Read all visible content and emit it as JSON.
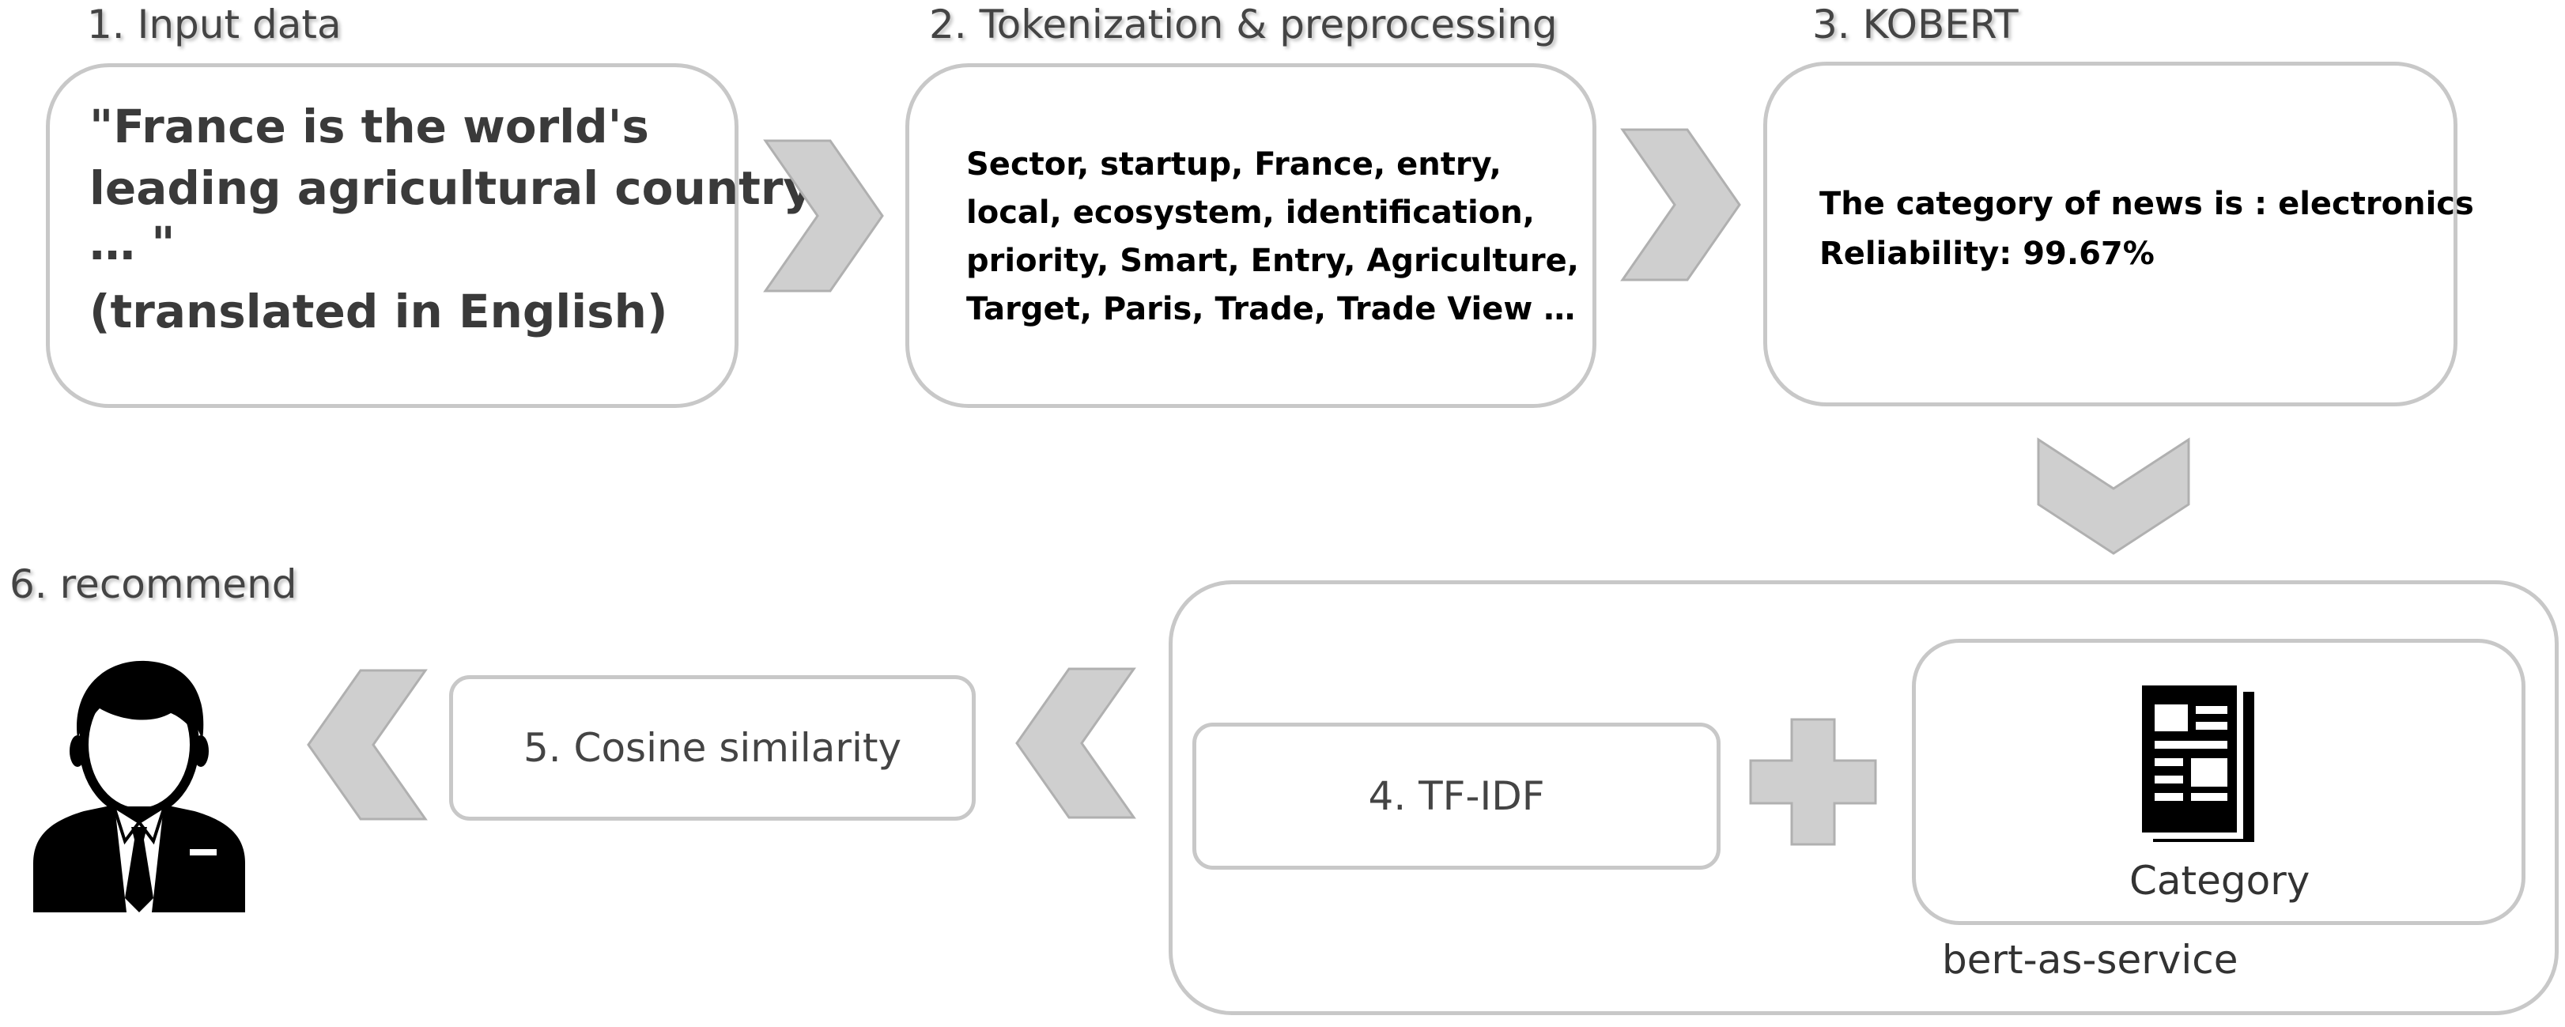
{
  "colors": {
    "arrow_fill": "#cfcfcf",
    "arrow_stroke": "#b0b0b0",
    "box_border": "#c8c8c8",
    "title_text": "#444444",
    "icon_fill": "#000000"
  },
  "stages": {
    "input": {
      "title": "1. Input data",
      "lines": [
        "\"France is the world's",
        "leading agricultural country.",
        "… \"",
        "(translated in English)"
      ]
    },
    "tokenization": {
      "title": "2. Tokenization & preprocessing",
      "lines": [
        "Sector, startup, France, entry,",
        "local, ecosystem, identification,",
        "priority, Smart, Entry, Agriculture,",
        "Target, Paris, Trade, Trade View …"
      ]
    },
    "kobert": {
      "title": "3. KOBERT",
      "lines": [
        "The category of news is : electronics",
        "Reliability: 99.67%"
      ]
    },
    "tfidf": {
      "label": "4. TF-IDF"
    },
    "category": {
      "label": "Category",
      "icon": "newspaper-icon"
    },
    "service": {
      "label": "bert-as-service"
    },
    "cosine": {
      "label": "5. Cosine similarity"
    },
    "recommend": {
      "title": "6. recommend",
      "icon": "user-icon"
    }
  },
  "connectors": [
    {
      "name": "arrow-right-1",
      "icon": "chevron-right-icon"
    },
    {
      "name": "arrow-right-2",
      "icon": "chevron-right-icon"
    },
    {
      "name": "arrow-down",
      "icon": "chevron-down-icon"
    },
    {
      "name": "arrow-left-1",
      "icon": "chevron-left-icon"
    },
    {
      "name": "arrow-left-2",
      "icon": "chevron-left-icon"
    },
    {
      "name": "plus",
      "icon": "plus-icon"
    }
  ]
}
